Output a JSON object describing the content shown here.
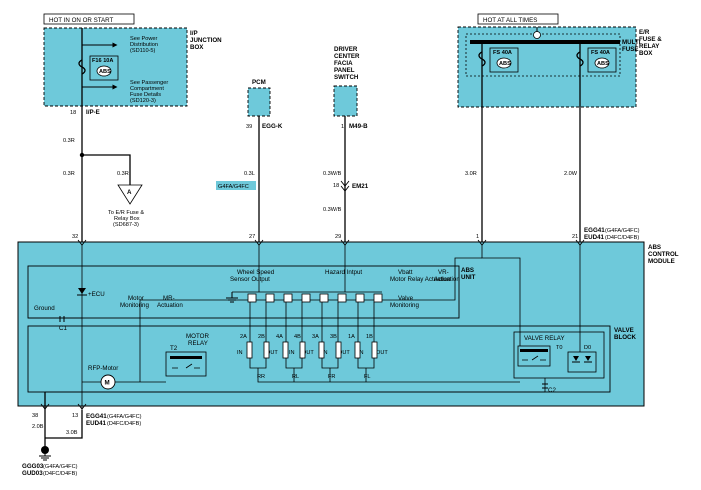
{
  "top_labels": {
    "hot_in_on_or_start": "HOT IN ON OR START",
    "hot_at_all_times": "HOT AT ALL TIMES"
  },
  "ip_junction_box": {
    "title_lines": [
      "I/P",
      "JUNCTION",
      "BOX"
    ],
    "fuse": "F16 10A",
    "fuse_code": "ABS",
    "power_dist_lines": [
      "See Power",
      "Distribution",
      "(SD110-5)"
    ],
    "passenger_lines": [
      "See Passenger",
      "Compartment",
      "Fuse Details",
      "(SD120-3)"
    ],
    "pin": "18",
    "connector": "I/P-E"
  },
  "pcm": {
    "title": "PCM",
    "pin": "39",
    "connector": "EGG-K"
  },
  "driver_switch": {
    "title_lines": [
      "DRIVER",
      "CENTER",
      "FACIA",
      "PANEL",
      "SWITCH"
    ],
    "pin": "1",
    "connector": "M49-B"
  },
  "er_box": {
    "title_lines": [
      "E/R",
      "FUSE &",
      "RELAY",
      "BOX"
    ],
    "multi_fuse_lines": [
      "MULTI",
      "FUSE"
    ],
    "fuse_left": "FS 40A",
    "fuse_right": "FS 40A",
    "fuse_code": "ABS"
  },
  "wires": {
    "ip_upper": "0.3R",
    "ip_lower": "0.3R",
    "branch": "0.3R",
    "pcm_wire": "0.3L",
    "pcm_variant": "G4FA/G4FC",
    "sw_upper": "0.3W/B",
    "sw_lower": "0.3W/B",
    "sw_conn_pin": "18",
    "sw_conn": "EM21",
    "bat1": "3.0R",
    "bat2": "2.0W",
    "gnd1": "2.0B",
    "gnd2": "3.0B"
  },
  "branch_node": {
    "letter": "A",
    "text_lines": [
      "To E/R Fuse &",
      "Relay Box",
      "(SD687-3)"
    ]
  },
  "module_pins": {
    "p32": "32",
    "p27": "27",
    "p29": "29",
    "p1": "1",
    "p21": "21",
    "p38": "38",
    "p13": "13"
  },
  "module_connectors": {
    "right_line1": "EGG41",
    "right_line1_suffix": "(G4FA/G4FC)",
    "right_line2": "EUD41",
    "right_line2_suffix": "(D4FC/D4FB)",
    "bottom_line1": "EGG41",
    "bottom_line1_suffix": "(G4FA/G4FC)",
    "bottom_line2": "EUD41",
    "bottom_line2_suffix": "(D4FC/D4FB)"
  },
  "abs_module": {
    "title_lines": [
      "ABS",
      "CONTROL",
      "MODULE"
    ],
    "unit_lines": [
      "ABS",
      "UNIT"
    ],
    "wheel_speed_lines": [
      "Wheel Speed",
      "Sensor Output"
    ],
    "hazard": "Hazard Intput",
    "vbatt_lines": [
      "Vbatt",
      "Motor Relay Actuation"
    ],
    "vr_lines": [
      "VR-",
      "Actuation"
    ],
    "ecu": "+ECU",
    "ground": "Ground",
    "motor_monitoring_lines": [
      "Motor",
      "Monitoring"
    ],
    "mr_actuation_lines": [
      "MR-",
      "Actuation"
    ],
    "valve_monitoring_lines": [
      "Valve",
      "Monitoring"
    ],
    "c1": "C1",
    "c2": "C2"
  },
  "valve_block": {
    "title_lines": [
      "VALVE",
      "BLOCK"
    ],
    "top_labels": [
      "2A",
      "2B",
      "4A",
      "4B",
      "3A",
      "3B",
      "1A",
      "1B"
    ],
    "io_labels": [
      "IN",
      "OUT",
      "IN",
      "OUT",
      "IN",
      "OUT",
      "IN",
      "OUT"
    ],
    "wheel_labels": [
      "RR",
      "RL",
      "FR",
      "FL"
    ],
    "motor_relay_lines": [
      "MOTOR",
      "RELAY"
    ],
    "t2": "T2",
    "rfp_motor": "RFP-Motor",
    "motor_symbol": "M",
    "valve_relay": "VALVE RELAY",
    "t0": "T0",
    "d0": "D0"
  },
  "ground": {
    "line1": "GGG03",
    "line1_suffix": "(G4FA/G4FC)",
    "line2": "GUD03",
    "line2_suffix": "(D4FC/D4FB)"
  }
}
